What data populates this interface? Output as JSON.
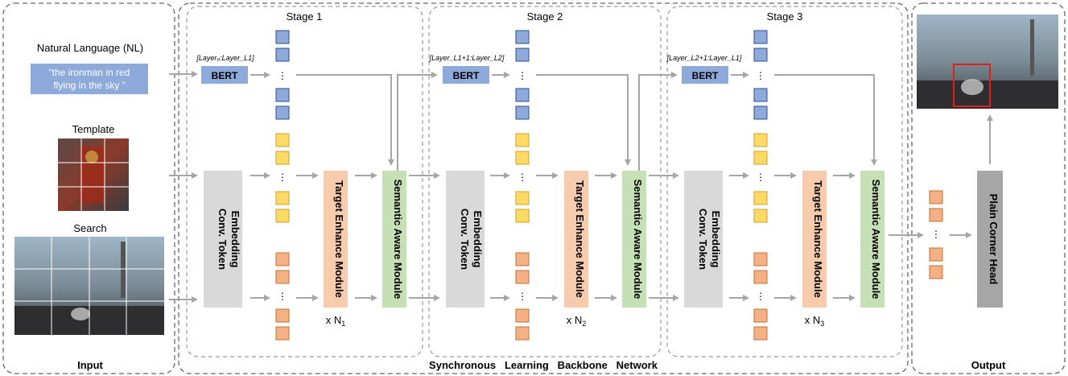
{
  "input": {
    "label": "Input",
    "nl_label": "Natural Language (NL)",
    "nl_text_line1": "“the ironman in red",
    "nl_text_line2": "flying in the sky ”",
    "template_label": "Template",
    "search_label": "Search"
  },
  "backbone": {
    "label": "Synchronous   Learning   Backbone   Network",
    "stages": [
      {
        "title": "Stage 1",
        "layer_range": "[Layer₀:Layer_L1]",
        "bert": "BERT",
        "conv": "Conv. Token Embedding",
        "tem": "Target Enhance Module",
        "sam": "Semantic Aware Module",
        "repeat": "x N",
        "repeat_sub": "1"
      },
      {
        "title": "Stage 2",
        "layer_range": "[Layer_L1+1:Layer_L2]",
        "bert": "BERT",
        "conv": "Conv. Token Embedding",
        "tem": "Target Enhance Module",
        "sam": "Semantic Aware Module",
        "repeat": "x N",
        "repeat_sub": "2"
      },
      {
        "title": "Stage 3",
        "layer_range": "[Layer_L2+1:Layer_L1]",
        "bert": "BERT",
        "conv": "Conv. Token Embedding",
        "tem": "Target Enhance Module",
        "sam": "Semantic Aware Module",
        "repeat": "x N",
        "repeat_sub": "3"
      }
    ]
  },
  "output": {
    "label": "Output",
    "head": "Plain Corner Head"
  },
  "colors": {
    "blue_token": "#8eaadb",
    "yellow_token": "#ffd966",
    "orange_token": "#f4b183",
    "bert_fill": "#8eaadb",
    "conv_fill": "#d9d9d9",
    "tem_fill": "#f8cbad",
    "sam_fill": "#c5e0b4",
    "head_fill": "#a6a6a6",
    "arrow": "#a6a6a6",
    "nl_box": "#8eaadb"
  },
  "icons": [
    "template-image",
    "search-image",
    "output-image"
  ]
}
